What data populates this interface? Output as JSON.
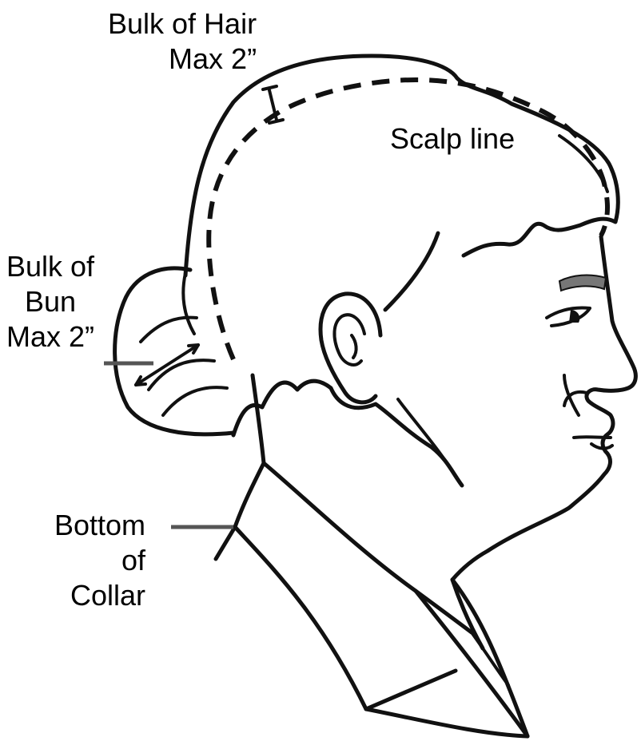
{
  "labels": {
    "bulk_of_hair": [
      "Bulk of Hair",
      "Max 2”"
    ],
    "scalp_line": "Scalp line",
    "bulk_of_bun": [
      "Bulk of",
      "Bun",
      "Max 2”"
    ],
    "bottom_of_collar": [
      "Bottom",
      "of",
      "Collar"
    ]
  },
  "colors": {
    "ink": "#111111",
    "leader": "#555555",
    "eyebrow": "#777777",
    "background": "#ffffff"
  }
}
